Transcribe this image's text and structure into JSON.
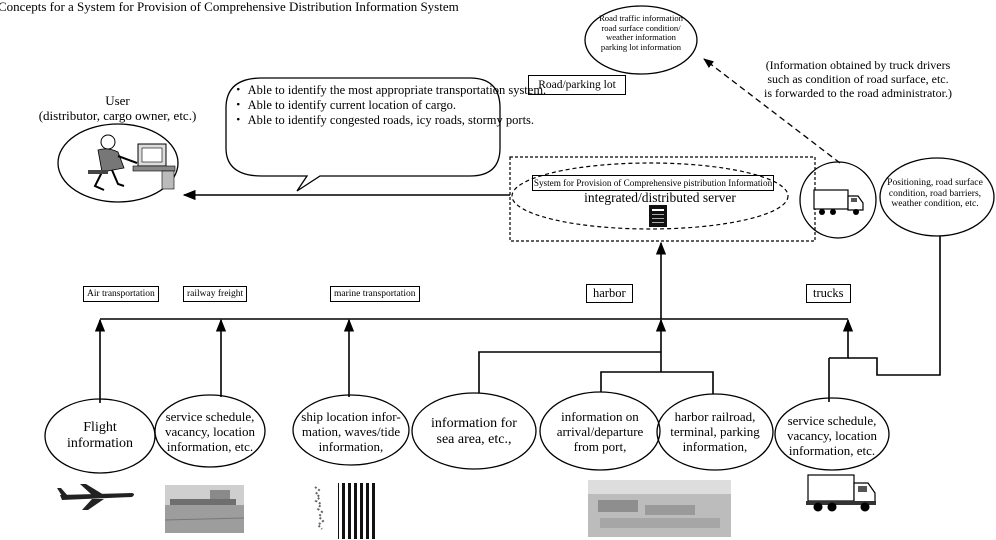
{
  "title": "Concepts for a System for Provision of Comprehensive Distribution Information System",
  "user": {
    "label": "User",
    "sublabel": "(distributor, cargo owner, etc.)"
  },
  "speech_bubble": [
    "・ Able to identify the most appropriate transportation system.",
    "・ Able to identify current location of cargo.",
    "・ Able to identify congested roads, icy roads, stormy ports."
  ],
  "road_info": {
    "lines": [
      "Road traffic information",
      "road surface condition/",
      "weather information",
      "parking lot information"
    ]
  },
  "road_parking_lot": "Road/parking lot",
  "driver_note": {
    "line1": "(Information obtained by truck drivers",
    "line2": "such as condition of road surface, etc.",
    "line3": "is forwarded to the road administrator.)"
  },
  "system": {
    "box_label": "System for Provision of Comprehensive pistribution Information",
    "server_label": "integrated/distributed server"
  },
  "truck_sensor": {
    "lines": [
      "Positioning, road surface",
      "condition, road barriers,",
      "weather condition, etc."
    ]
  },
  "categories": {
    "air": "Air transportation",
    "rail": "railway freight",
    "marine": "marine transportation",
    "harbor": "harbor",
    "trucks": "trucks"
  },
  "sources": {
    "flight": [
      "Flight",
      "information"
    ],
    "rail": [
      "service schedule,",
      "vacancy, location",
      "information, etc."
    ],
    "ship": [
      "ship location infor-",
      "mation, waves/tide",
      "information,"
    ],
    "sea": [
      "information for",
      "sea area, etc.,"
    ],
    "port": [
      "information on",
      "arrival/departure",
      "from port,"
    ],
    "harbor_rail": [
      "harbor railroad,",
      "terminal, parking",
      "information,"
    ],
    "truck": [
      "service schedule,",
      "vacancy, location",
      "information, etc."
    ]
  },
  "icons": [
    "airplane-icon",
    "freight-train-photo",
    "ship-location-map",
    "harbor-photo",
    "truck-icon",
    "computer-user-icon",
    "server-icon"
  ]
}
